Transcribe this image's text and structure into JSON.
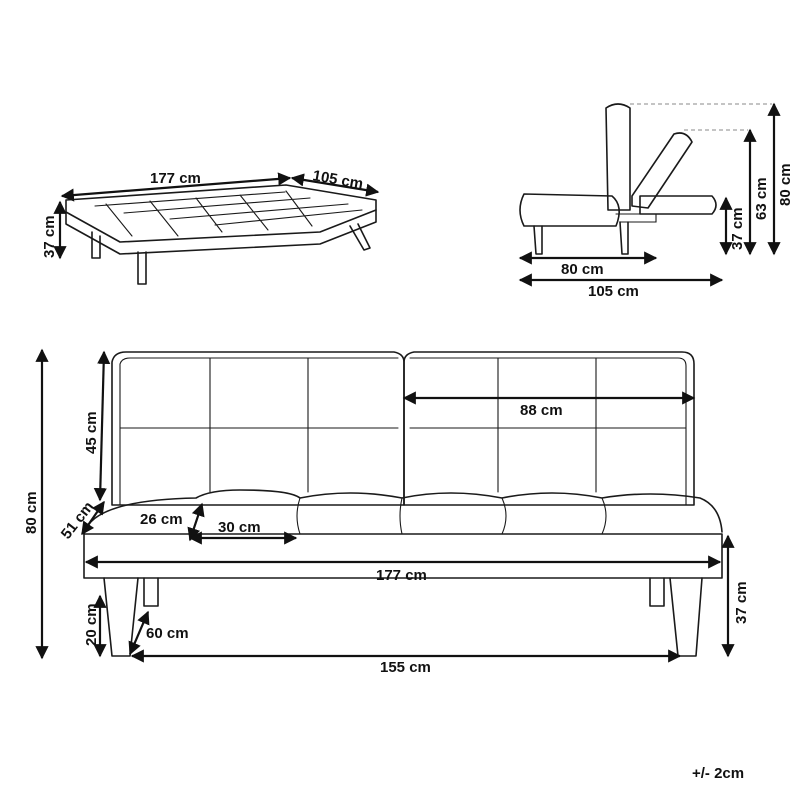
{
  "views": {
    "bed": {
      "width": "177 cm",
      "depth": "105 cm",
      "height": "37 cm"
    },
    "side": {
      "seat_depth": "80 cm",
      "bed_depth": "105 cm",
      "seat_height": "37 cm",
      "recline_height": "63 cm",
      "total_height": "80 cm"
    },
    "front": {
      "total_height": "80 cm",
      "back_height": "45 cm",
      "seat_depth": "51 cm",
      "armrest_height": "26 cm",
      "armrest_width": "30 cm",
      "seat_back_width": "88 cm",
      "total_width": "177 cm",
      "leg_height": "20 cm",
      "leg_depth": "60 cm",
      "leg_span": "155 cm",
      "seat_height": "37 cm"
    }
  },
  "tolerance": "+/- 2cm"
}
